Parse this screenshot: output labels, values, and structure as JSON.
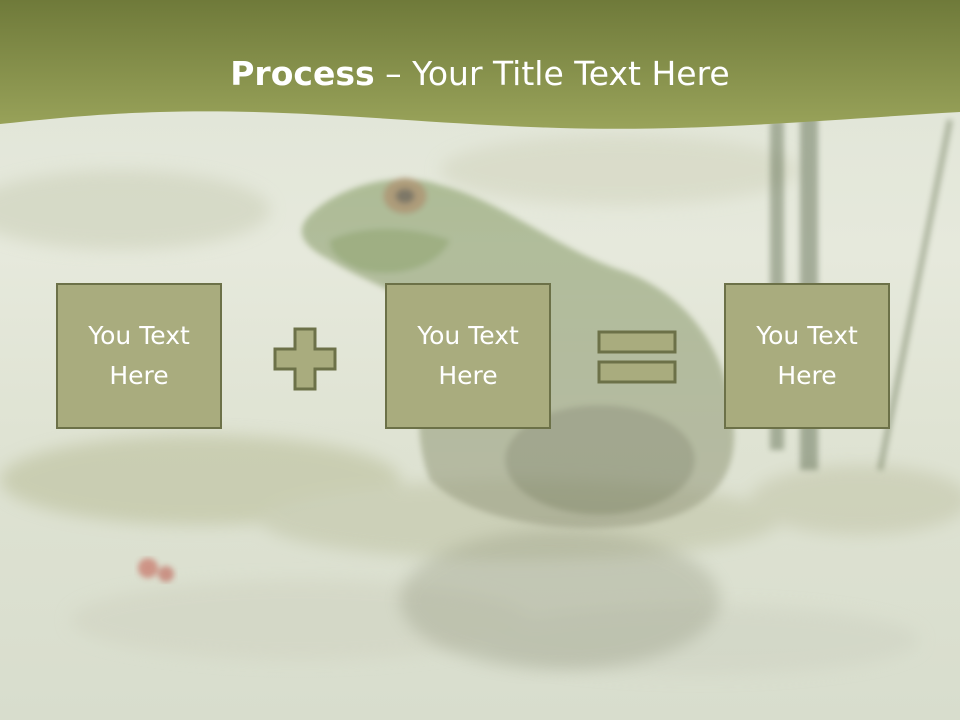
{
  "slide": {
    "title_bold": "Process",
    "title_rest": " – Your Title Text Here",
    "boxes": [
      {
        "label": "You Text\nHere"
      },
      {
        "label": "You Text\nHere"
      },
      {
        "label": "You Text\nHere"
      }
    ],
    "operators": [
      "plus-icon",
      "equals-icon"
    ]
  },
  "colors": {
    "title_band": "#8c9a4c",
    "box_fill": "#a9ac7e",
    "box_border": "#6c7148",
    "text": "#ffffff"
  }
}
